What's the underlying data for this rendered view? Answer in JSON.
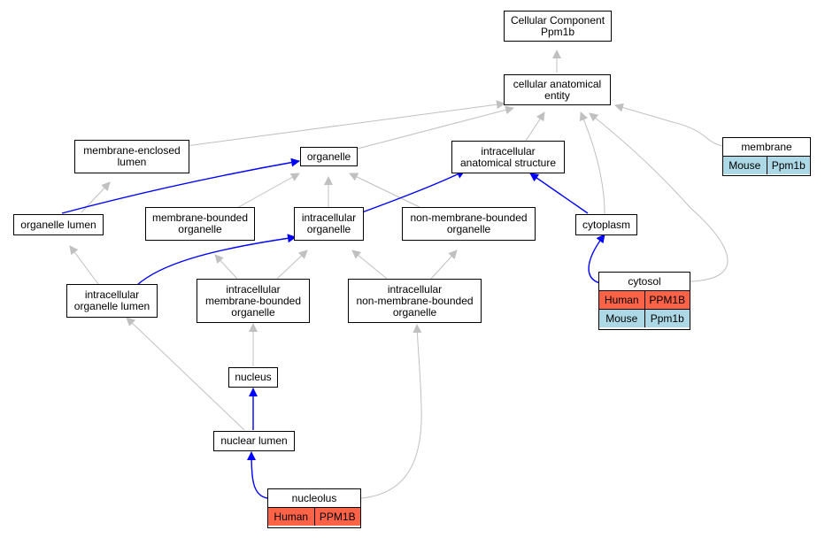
{
  "nodes": {
    "cellular_component": "Cellular Component\nPpm1b",
    "cellular_anatomical_entity": "cellular anatomical\nentity",
    "membrane_enclosed_lumen": "membrane-enclosed\nlumen",
    "organelle": "organelle",
    "intracellular_anatomical_structure": "intracellular\nanatomical structure",
    "organelle_lumen": "organelle lumen",
    "membrane_bounded_organelle": "membrane-bounded\norganelle",
    "intracellular_organelle": "intracellular\norganelle",
    "non_membrane_bounded_organelle": "non-membrane-bounded\norganelle",
    "cytoplasm": "cytoplasm",
    "intracellular_organelle_lumen": "intracellular\norganelle lumen",
    "intracellular_membrane_bounded_organelle": "intracellular\nmembrane-bounded\norganelle",
    "intracellular_non_membrane_bounded_organelle": "intracellular\nnon-membrane-bounded\norganelle",
    "nucleus": "nucleus",
    "nuclear_lumen": "nuclear lumen"
  },
  "annotated": {
    "membrane": {
      "title": "membrane",
      "rows": [
        {
          "species": "Mouse",
          "gene": "Ppm1b"
        }
      ]
    },
    "cytosol": {
      "title": "cytosol",
      "rows": [
        {
          "species": "Human",
          "gene": "PPM1B"
        },
        {
          "species": "Mouse",
          "gene": "Ppm1b"
        }
      ]
    },
    "nucleolus": {
      "title": "nucleolus",
      "rows": [
        {
          "species": "Human",
          "gene": "PPM1B"
        }
      ]
    }
  },
  "colors": {
    "is_a_edge": "#c0c0c0",
    "part_of_edge": "#0000ff",
    "human_row": "#ff6347",
    "mouse_row": "#add8e6"
  }
}
